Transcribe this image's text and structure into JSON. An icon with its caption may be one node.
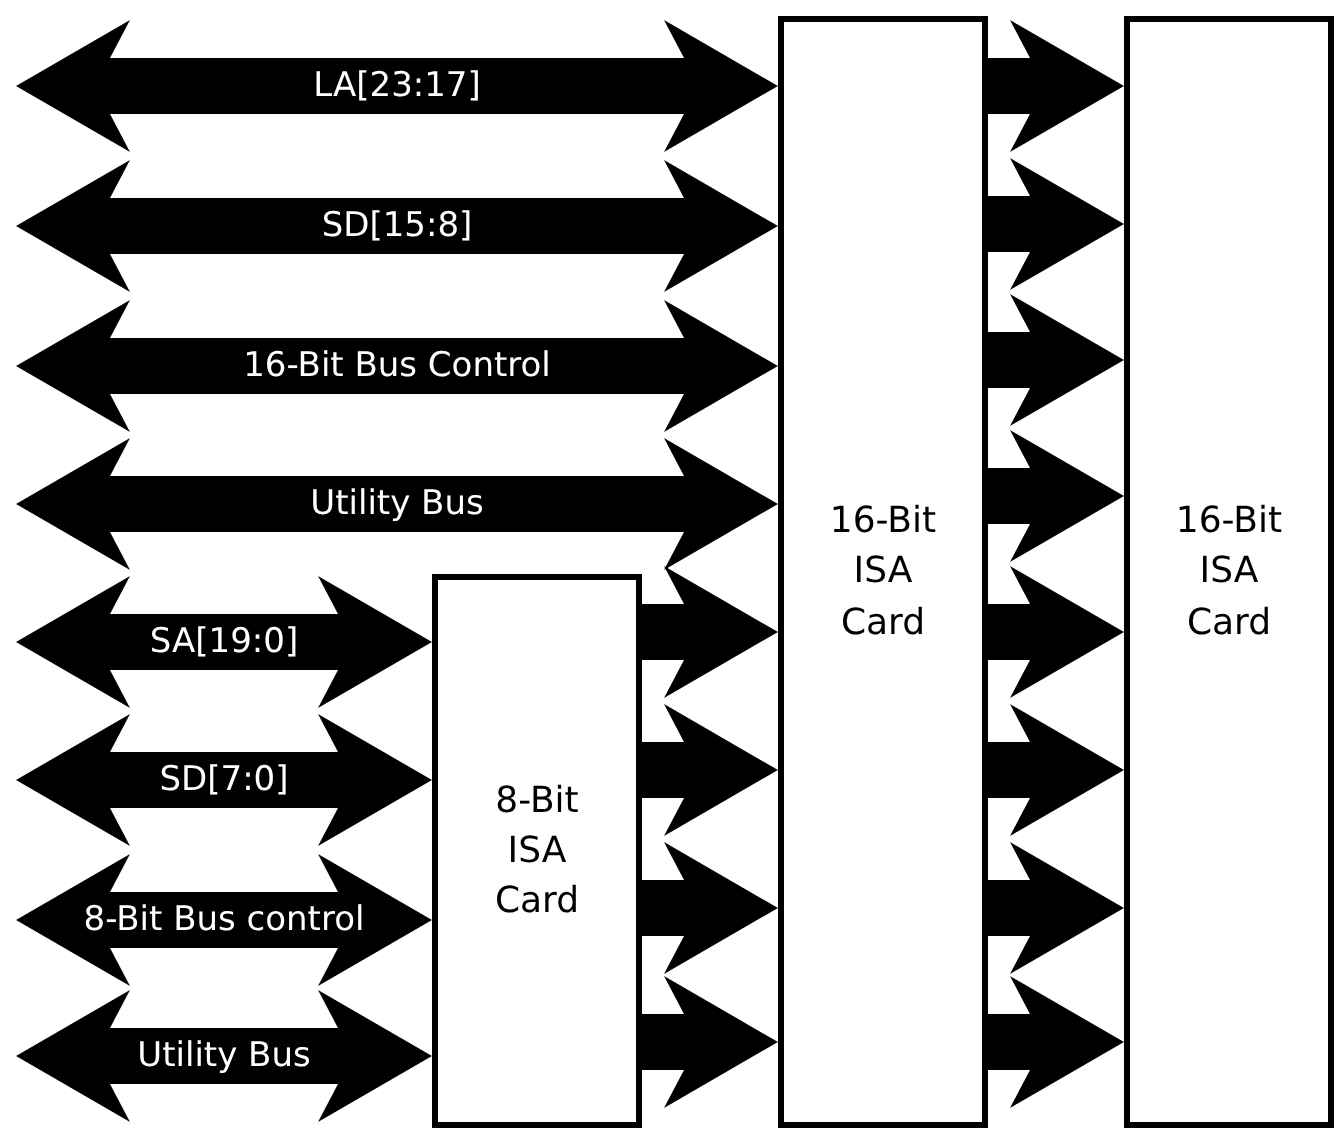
{
  "diagram": {
    "nodes": [
      {
        "text": [
          "16-Bit ISA Card"
        ]
      },
      {
        "text": [
          "16-Bit ISA Card"
        ]
      },
      {
        "text": [
          "8-Bit ISA Card"
        ]
      }
    ],
    "edges": [
      {
        "from": null,
        "to": 0,
        "arrow": "both",
        "label": "LA[23:17]"
      },
      {
        "from": null,
        "to": 0,
        "arrow": "both",
        "label": "SD[15:8]"
      },
      {
        "from": null,
        "to": 0,
        "arrow": "both",
        "label": "16-Bit Bus Control"
      },
      {
        "from": null,
        "to": 0,
        "arrow": "both",
        "label": "Utility Bus"
      },
      {
        "from": null,
        "to": 2,
        "arrow": "both",
        "label": "SA[19:0]"
      },
      {
        "from": null,
        "to": 2,
        "arrow": "both",
        "label": "SD[7:0]"
      },
      {
        "from": null,
        "to": 2,
        "arrow": "both",
        "label": "8-Bit Bus control"
      },
      {
        "from": null,
        "to": 2,
        "arrow": "both",
        "label": "Utility Bus"
      },
      {
        "from": 2,
        "to": 0,
        "arrow": "to"
      },
      {
        "from": 2,
        "to": 0,
        "arrow": "to"
      },
      {
        "from": 2,
        "to": 0,
        "arrow": "to"
      },
      {
        "from": 2,
        "to": 0,
        "arrow": "to"
      },
      {
        "from": 0,
        "to": 1,
        "arrow": "to"
      },
      {
        "from": 0,
        "to": 1,
        "arrow": "to"
      },
      {
        "from": 0,
        "to": 1,
        "arrow": "to"
      },
      {
        "from": 0,
        "to": 1,
        "arrow": "to"
      },
      {
        "from": 0,
        "to": 1,
        "arrow": "to"
      },
      {
        "from": 0,
        "to": 1,
        "arrow": "to"
      },
      {
        "from": 0,
        "to": 1,
        "arrow": "to"
      },
      {
        "from": 0,
        "to": 1,
        "arrow": "to"
      }
    ]
  }
}
